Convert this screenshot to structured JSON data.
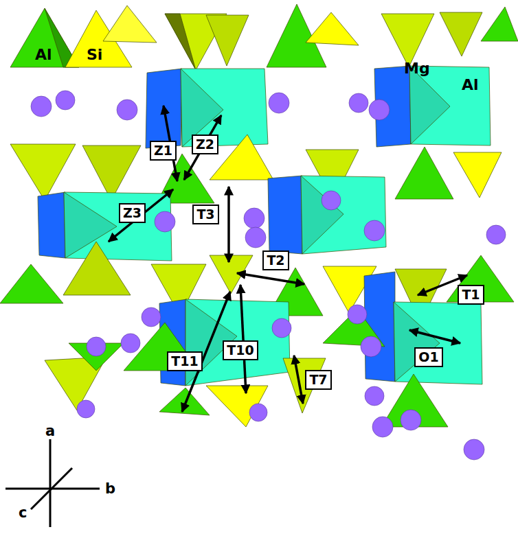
{
  "diagram": {
    "nodes": [
      {
        "text": [
          "Z2"
        ]
      },
      {
        "text": [
          "Z1"
        ]
      },
      {
        "text": [
          "Z3"
        ]
      },
      {
        "text": [
          "T3"
        ]
      },
      {
        "text": [
          "T2"
        ]
      },
      {
        "text": [
          "T1"
        ]
      },
      {
        "text": [
          "T10"
        ]
      },
      {
        "text": [
          "O1"
        ]
      },
      {
        "text": [
          "T11"
        ]
      },
      {
        "text": [
          "T7"
        ]
      }
    ],
    "labels": [
      "Al",
      "Si",
      "Mg",
      "Al",
      "a",
      "b",
      "c"
    ]
  }
}
